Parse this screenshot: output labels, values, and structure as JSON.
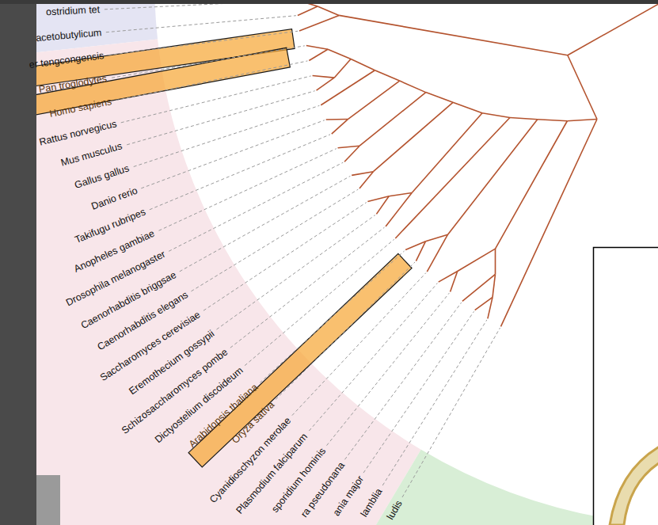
{
  "diagram": {
    "labels": [
      "ostridium tet",
      "acetobutylicum",
      "er tengcongensis",
      "Pan troglodytes",
      "Homo sapiens",
      "Rattus norvegicus",
      "Mus musculus",
      "Gallus gallus",
      "Danio rerio",
      "Takifugu rubripes",
      "Anopheles gambiae",
      "Drosophila melanogaster",
      "Caenorhabditis briggsae",
      "Caenorhabditis elegans",
      "Saccharomyces cerevisiae",
      "Eremothecium gossypii",
      "Schizosaccharomyces pombe",
      "Dictyostelium discoideum",
      "Arabidopsis thaliana",
      "Oryza sativa",
      "Cyanidioschyzon merolae",
      "Plasmodium falciparum",
      "sporidium hominis",
      "ra pseudonana",
      "ania major",
      "lamblia",
      "ludis"
    ]
  }
}
